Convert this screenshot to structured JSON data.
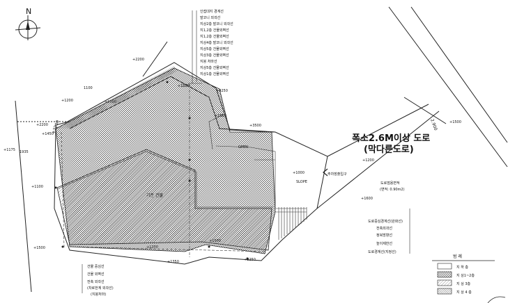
{
  "compass": {
    "north_label": "N"
  },
  "legend_top": [
    "인접대지 경계선",
    "발코니 외곽선",
    "지상2층 발코니 외곽선",
    "지1,2층 건물외벽선",
    "지1,2층 건물외벽선",
    "지상4층 발코니 외곽선",
    "지상5층 건물외벽선",
    "지상3층 건물외벽선",
    "지붕 처마선",
    "지상5층 건물외벽선",
    "지상1층 건물외벽선"
  ],
  "road": {
    "line1": "폭소2.6M이상 도로",
    "line2": "(막다른도로)",
    "width_dim": "2.900"
  },
  "building_label": "기존 건물",
  "slope_label": "SLOPE",
  "entrance_label": "주차장출입구",
  "open_label": "OPEN",
  "road_area": {
    "label": "도로점용면적",
    "value": "(면적: 0.90m2)"
  },
  "legend_right": [
    "도로중심경계선(완화선)",
    "전축외곽선",
    "정북방향선",
    "높이제한선",
    "도로경계선(지정선)"
  ],
  "legend_bottom": [
    "건물 중심선",
    "건물 외벽선",
    "전축 외곽선",
    "(차로한계 외곽선)",
    "(지붕처마)"
  ],
  "legend_box": {
    "title": "범 례",
    "items": [
      "지 하 층",
      "지 상1~2층",
      "지 상 3층",
      "지 상 4 층"
    ]
  },
  "dims": [
    "+2200",
    "+1100",
    "1100",
    "+2200",
    "+1200",
    "+1450",
    "1935",
    "+1175",
    "+4250",
    "+1650",
    "+3500",
    "+1000",
    "+1100",
    "+1500",
    "+1200",
    "+1350",
    "+1600",
    "+1500",
    "+1200",
    "+1800",
    "+2250",
    "+1500"
  ]
}
